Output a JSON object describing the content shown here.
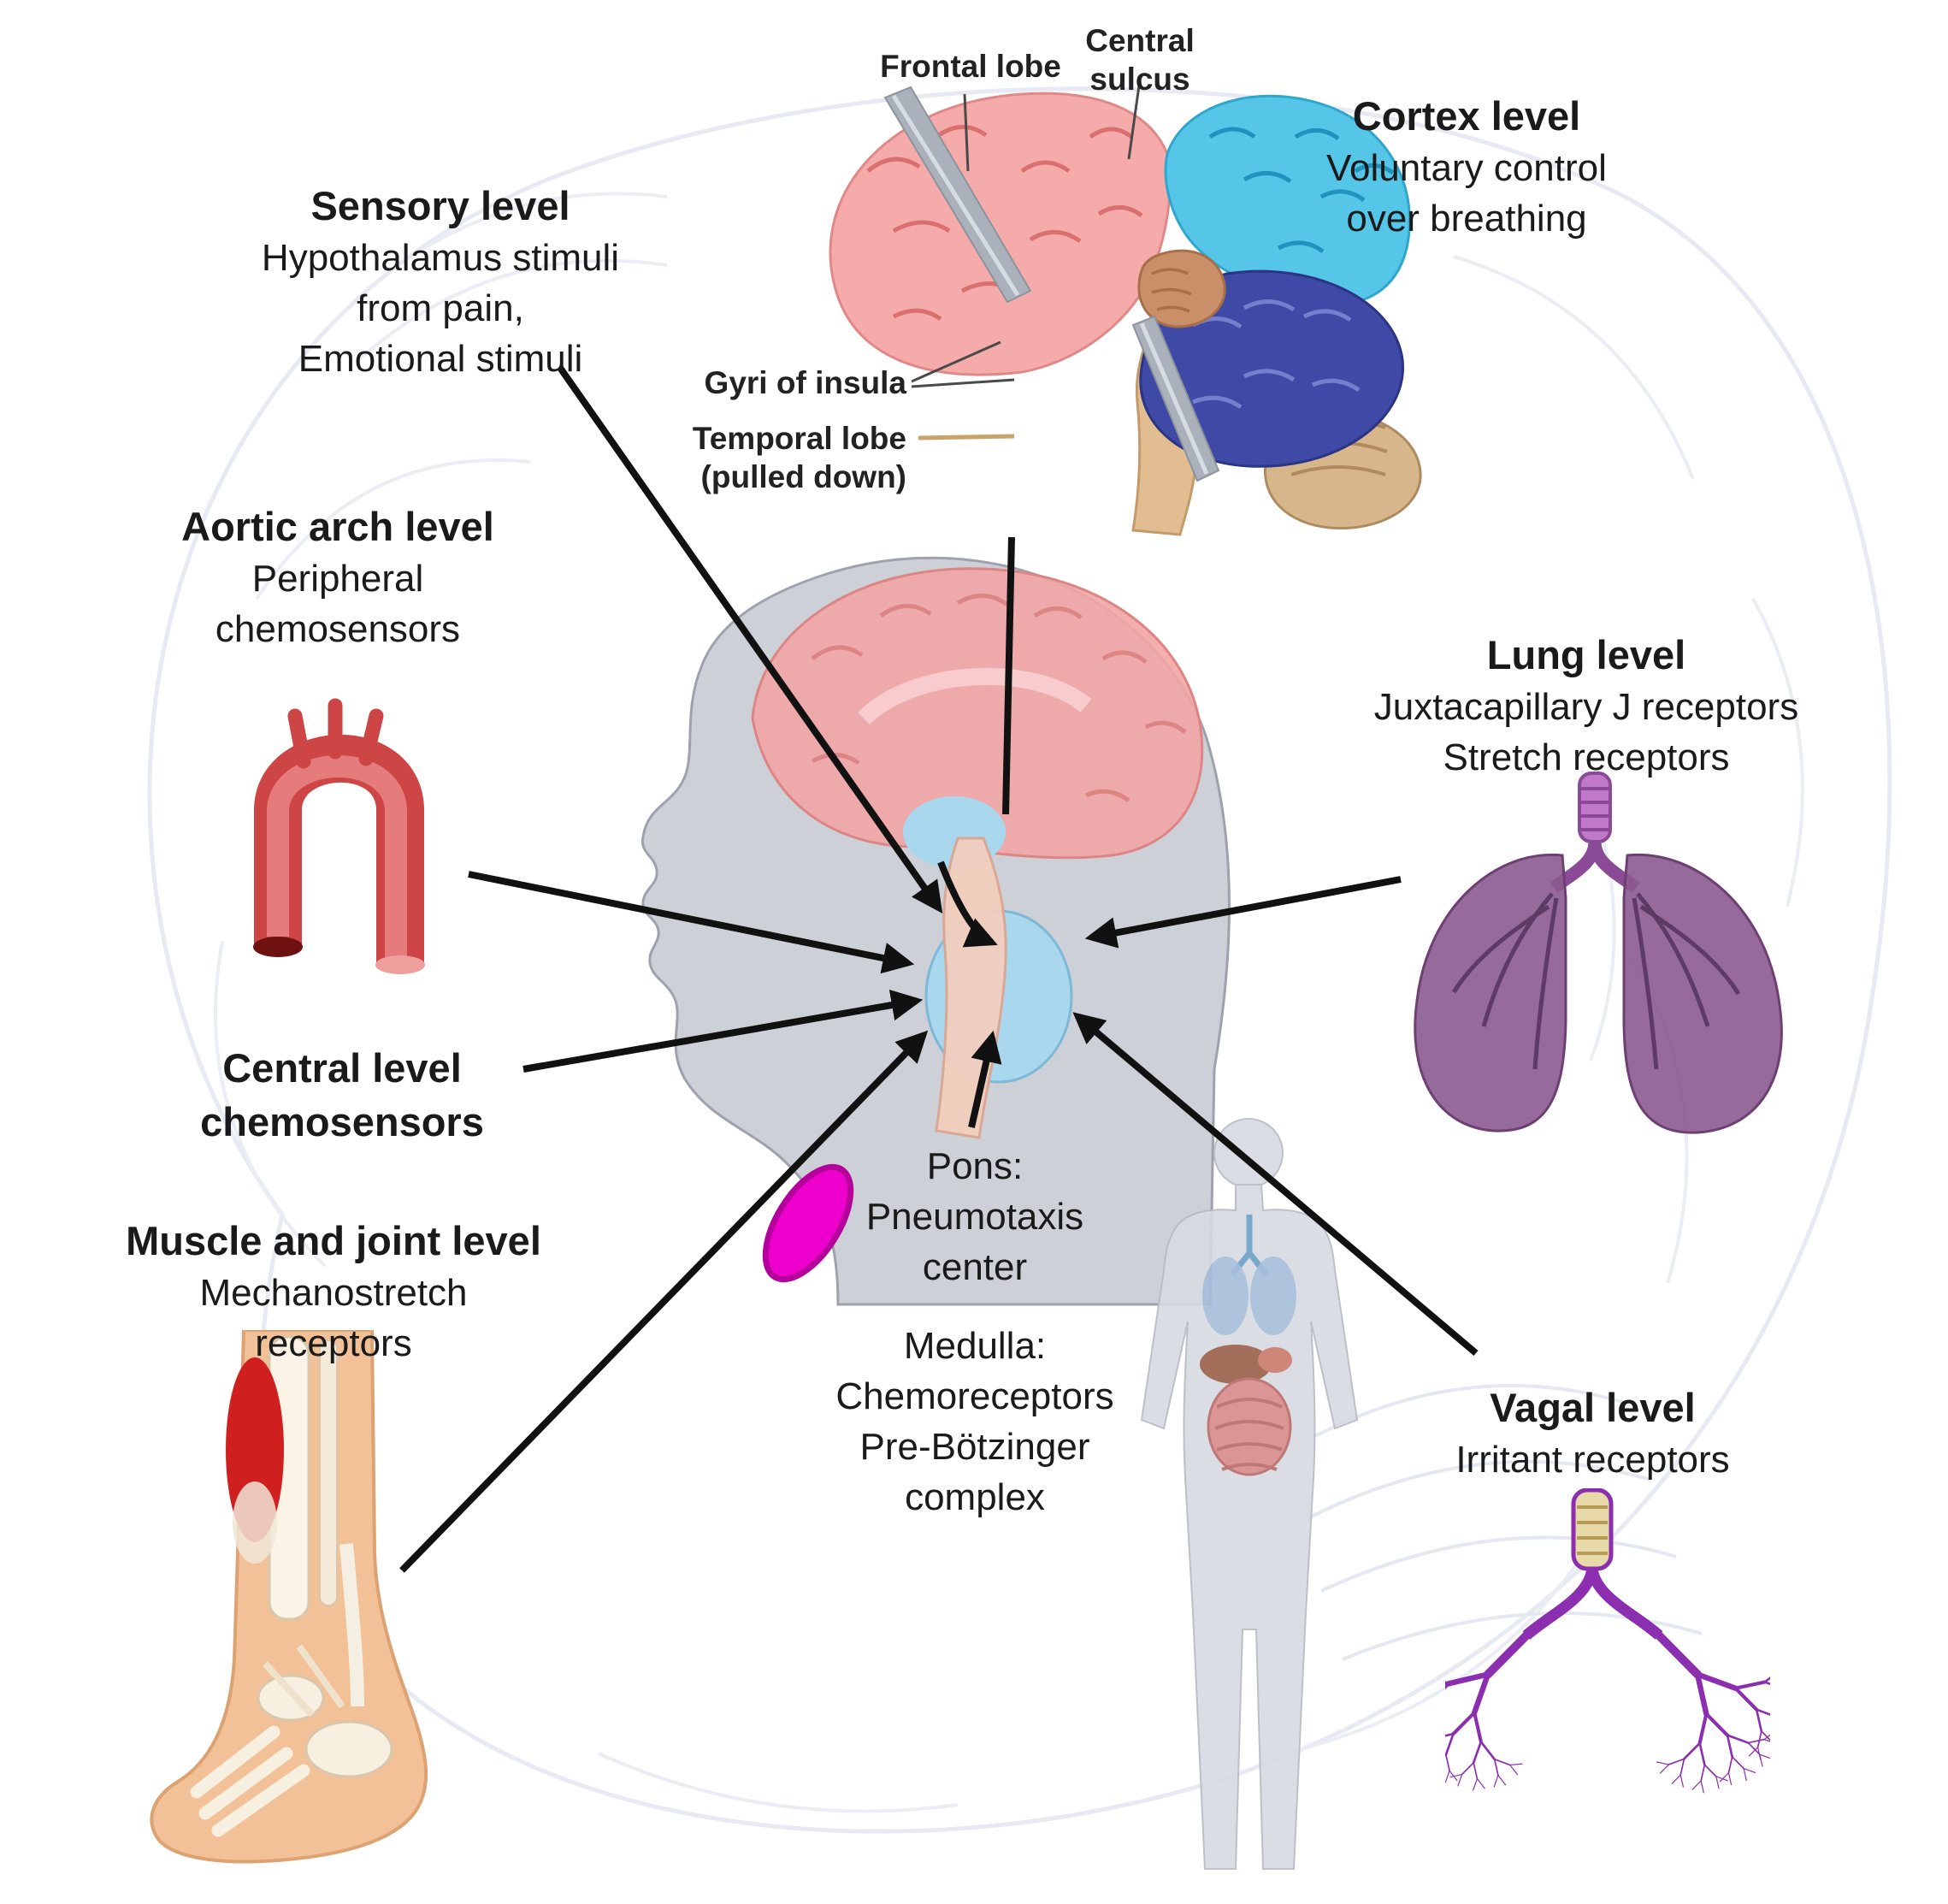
{
  "diagram": {
    "brain_labels": {
      "frontal_lobe": "Frontal lobe",
      "central_sulcus_line1": "Central",
      "central_sulcus_line2": "sulcus",
      "gyri_prefix": "Gyri of",
      "gyri_bold": "insula",
      "temporal_lobe": "Temporal lobe",
      "temporal_sub": "(pulled down)"
    },
    "cortex": {
      "title": "Cortex level",
      "line1": "Voluntary control",
      "line2": "over breathing"
    },
    "sensory": {
      "title": "Sensory level",
      "line1": "Hypothalamus stimuli",
      "line2": "from pain,",
      "line3": "Emotional stimuli"
    },
    "aortic": {
      "title": "Aortic arch level",
      "line1": "Peripheral",
      "line2": "chemosensors"
    },
    "lung": {
      "title": "Lung level",
      "line1": "Juxtacapillary J receptors",
      "line2": "Stretch receptors"
    },
    "central": {
      "line1": "Central level",
      "line2": "chemosensors"
    },
    "muscle": {
      "title": "Muscle and joint level",
      "line1": "Mechanostretch",
      "line2": "receptors"
    },
    "pons": {
      "line1": "Pons:",
      "line2": "Pneumotaxis",
      "line3": "center"
    },
    "medulla": {
      "line1": "Medulla:",
      "line2": "Chemoreceptors",
      "line3": "Pre-Bötzinger",
      "line4": "complex"
    },
    "vagal": {
      "title": "Vagal level",
      "line1": "Irritant receptors"
    }
  },
  "colors": {
    "arrow": "#111111",
    "pons_blue": "#a9d7ee",
    "bean_magenta": "#ee00cc",
    "aorta_red": "#cd4545",
    "lung_purple": "#8b5a8f",
    "bronchi_purple": "#8b2fb0",
    "frontal_pink": "#f6abab",
    "parietal_blue": "#55c6e8",
    "temporal_navy": "#3e4aa5",
    "insula_tan": "#c98f68"
  }
}
